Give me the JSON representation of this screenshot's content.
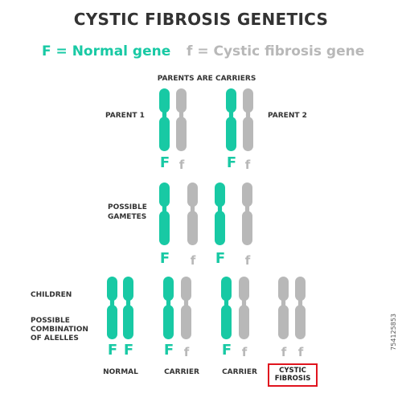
{
  "title": "CYSTIC FIBROSIS GENETICS",
  "legend": {
    "normal": "F = Normal gene",
    "cystic": "f = Cystic fibrosis gene"
  },
  "colors": {
    "normal": "#18c9a4",
    "cystic": "#b8b8b8",
    "highlight": "#e0141e",
    "text": "#333333"
  },
  "labels": {
    "parents_are_carriers": "PARENTS ARE CARRIERS",
    "parent1": "PARENT 1",
    "parent2": "PARENT 2",
    "possible": "POSSIBLE",
    "gametes": "GAMETES",
    "children": "CHILDREN",
    "combination_line1": "POSSIBLE",
    "combination_line2": "COMBINATION",
    "combination_line3": "OF ALELLES"
  },
  "parents": [
    {
      "alleles": [
        "F",
        "f"
      ]
    },
    {
      "alleles": [
        "F",
        "f"
      ]
    }
  ],
  "gametes": [
    "F",
    "f",
    "F",
    "f"
  ],
  "children": [
    {
      "alleles": [
        "F",
        "F"
      ],
      "outcome": "NORMAL"
    },
    {
      "alleles": [
        "F",
        "f"
      ],
      "outcome": "CARRIER"
    },
    {
      "alleles": [
        "F",
        "f"
      ],
      "outcome": "CARRIER"
    },
    {
      "alleles": [
        "f",
        "f"
      ],
      "outcome_line1": "CYSTIC",
      "outcome_line2": "FIBROSIS"
    }
  ],
  "watermark": "754125853"
}
